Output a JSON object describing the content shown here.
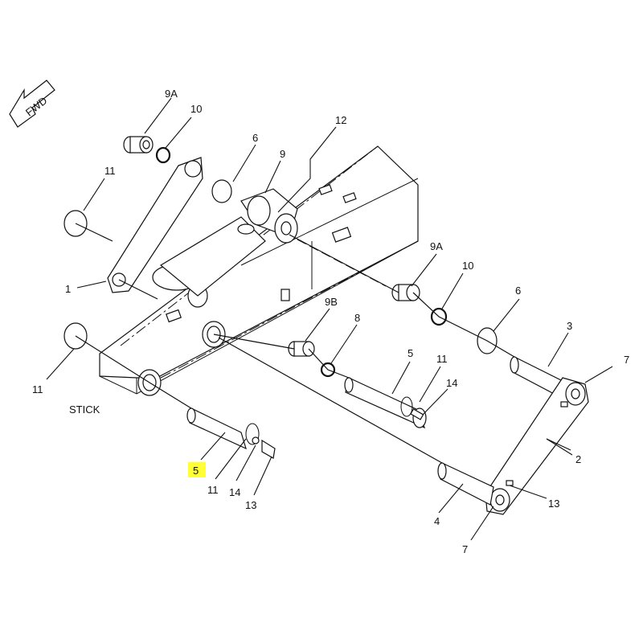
{
  "direction_arrow": {
    "text": "FWD"
  },
  "stick_label": "STICK",
  "highlight_color": "#ffff33",
  "callouts": {
    "c9a_top": "9A",
    "c10_top": "10",
    "c6_top": "6",
    "c9": "9",
    "c12": "12",
    "c11_top": "11",
    "c1": "1",
    "c9a_mid": "9A",
    "c10_mid": "10",
    "c6_mid": "6",
    "c9b": "9B",
    "c8": "8",
    "c3": "3",
    "c7_top": "7",
    "c5_mid": "5",
    "c11_mid": "11",
    "c14_mid": "14",
    "c11_left": "11",
    "c2": "2",
    "c5_highlighted": "5",
    "c11_bottom": "11",
    "c14_bottom": "14",
    "c13_bottom": "13",
    "c13_right": "13",
    "c4": "4",
    "c7_bottom": "7"
  }
}
